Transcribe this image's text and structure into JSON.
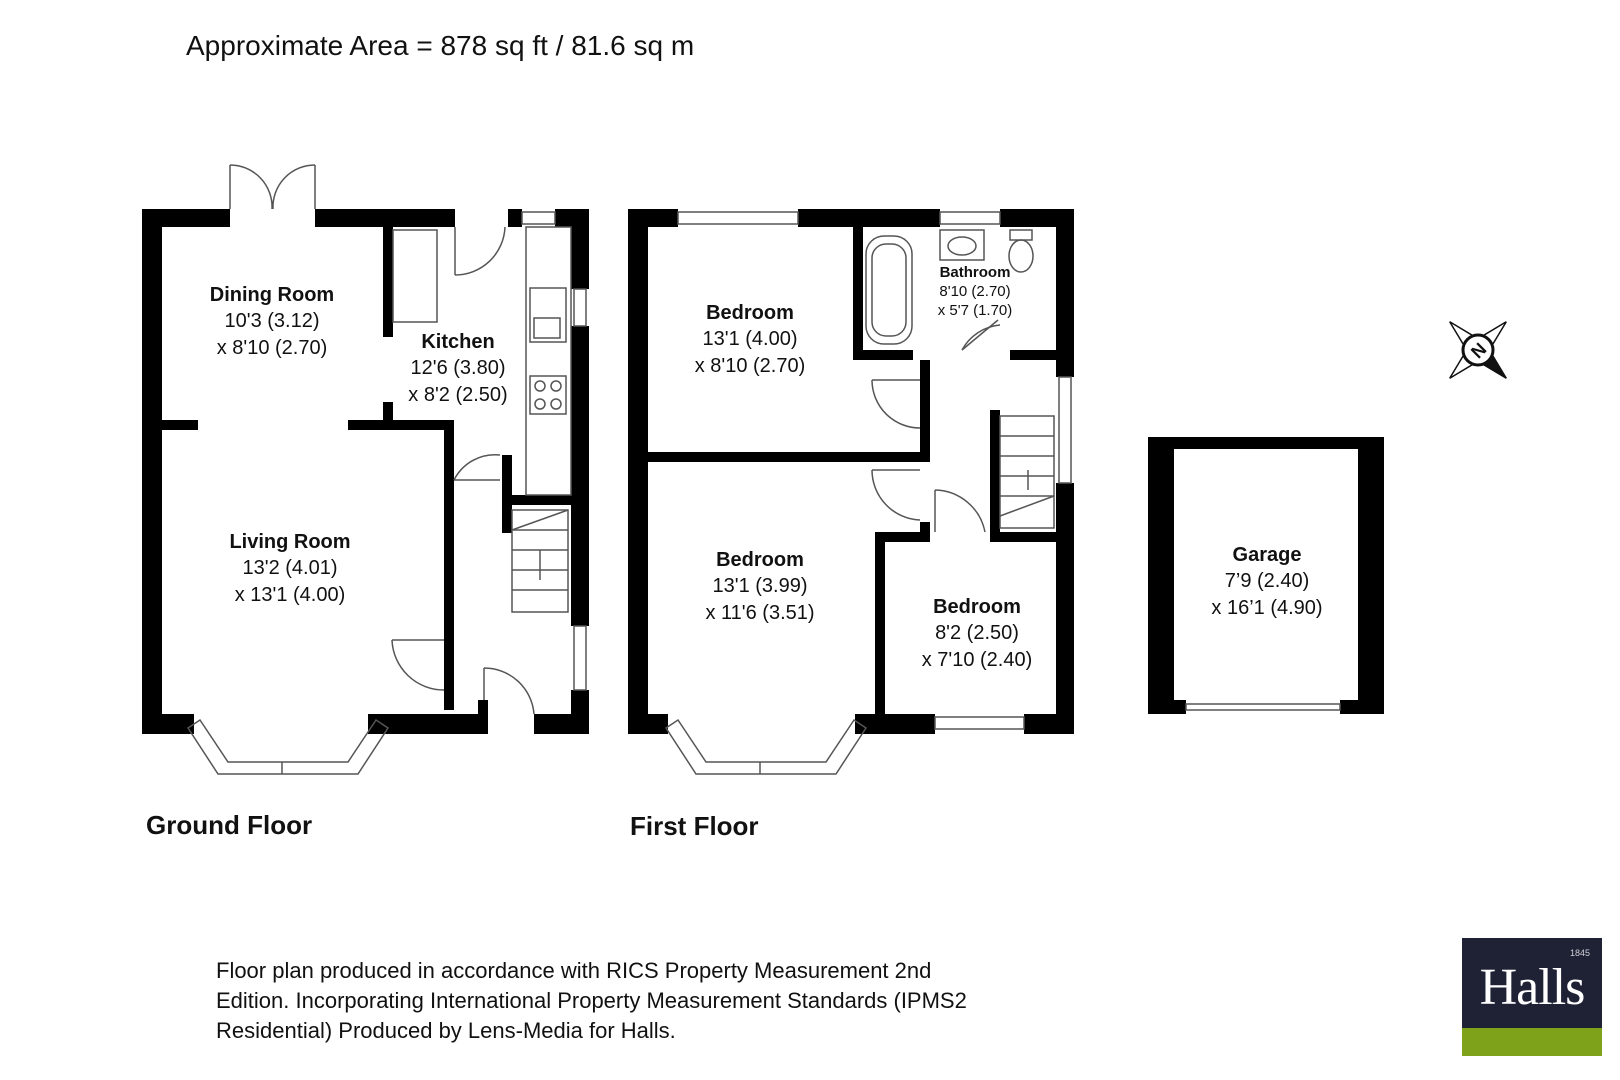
{
  "area_text": "Approximate Area = 878 sq ft / 81.6 sq m",
  "floors": {
    "ground": "Ground Floor",
    "first": "First Floor"
  },
  "rooms": {
    "dining": {
      "name": "Dining Room",
      "dim1": "10'3 (3.12)",
      "dim2": "x 8'10 (2.70)"
    },
    "kitchen": {
      "name": "Kitchen",
      "dim1": "12'6 (3.80)",
      "dim2": "x 8'2 (2.50)"
    },
    "living": {
      "name": "Living Room",
      "dim1": "13'2 (4.01)",
      "dim2": "x 13'1 (4.00)"
    },
    "bedroom1": {
      "name": "Bedroom",
      "dim1": "13'1 (4.00)",
      "dim2": "x 8'10 (2.70)"
    },
    "bathroom": {
      "name": "Bathroom",
      "dim1": "8'10 (2.70)",
      "dim2": "x 5'7 (1.70)"
    },
    "bedroom2": {
      "name": "Bedroom",
      "dim1": "13'1 (3.99)",
      "dim2": "x 11'6 (3.51)"
    },
    "bedroom3": {
      "name": "Bedroom",
      "dim1": "8'2 (2.50)",
      "dim2": "x 7'10 (2.40)"
    },
    "garage": {
      "name": "Garage",
      "dim1": "7’9 (2.40)",
      "dim2": "x 16’1 (4.90)"
    }
  },
  "compass_letter": "N",
  "footer_lines": [
    "Floor plan produced in accordance with RICS Property Measurement 2nd",
    "Edition. Incorporating International Property Measurement Standards (IPMS2",
    "Residential) Produced by Lens-Media for Halls."
  ],
  "logo": {
    "word": "Halls",
    "year": "1845",
    "bg_color": "#1f2235",
    "bar_color": "#7ea21a"
  },
  "colors": {
    "wall": "#000000",
    "fixture": "#555555"
  }
}
